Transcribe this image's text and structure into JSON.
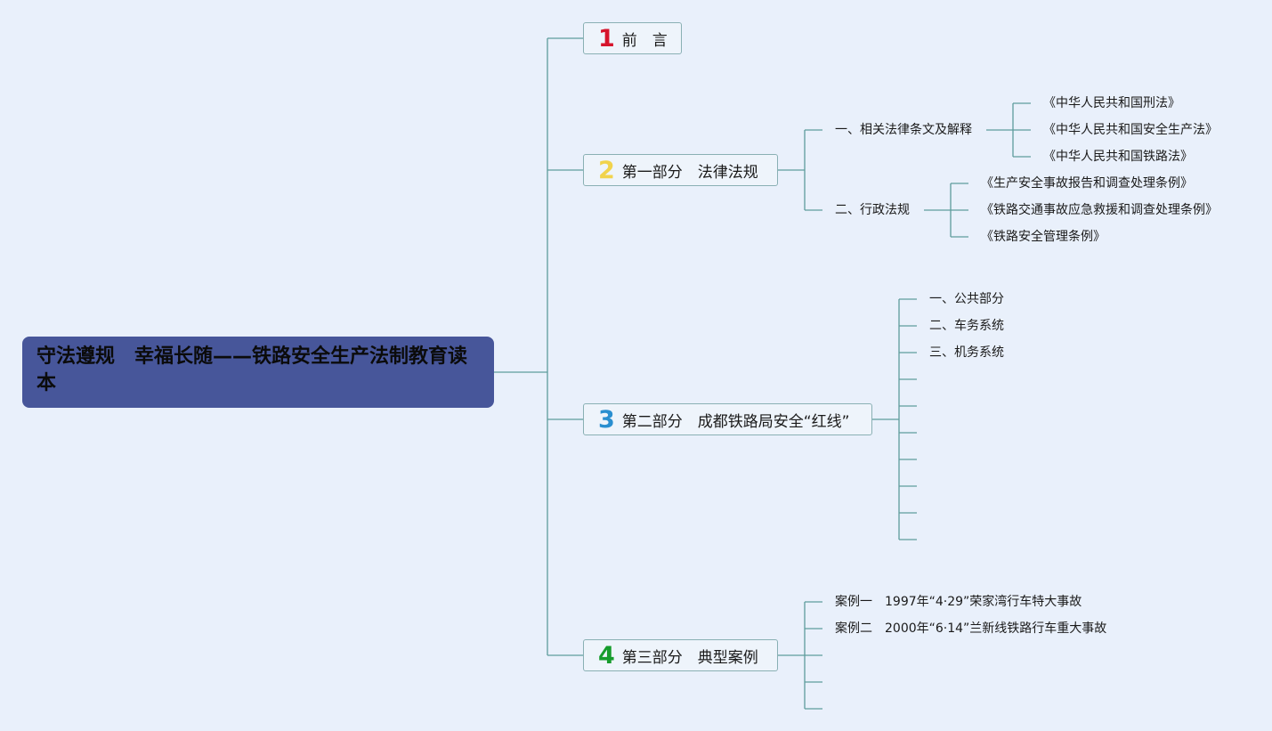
{
  "root": {
    "title": "守法遵规　幸福长随——铁路安全生产法制教育读本"
  },
  "colors": {
    "background": "#e9f0fb",
    "root_fill": "#47569a",
    "connector": "#5e9c9c",
    "box_border": "#8ab0b4"
  },
  "sections": [
    {
      "number": "1",
      "number_color": "#d6142c",
      "label": "前　言"
    },
    {
      "number": "2",
      "number_color": "#f1d34c",
      "label": "第一部分　法律法规"
    },
    {
      "number": "3",
      "number_color": "#2a8fd0",
      "label": "第二部分　成都铁路局安全“红线”"
    },
    {
      "number": "4",
      "number_color": "#169c2c",
      "label": "第三部分　典型案例"
    }
  ],
  "part1": {
    "law_group": "一、相关法律条文及解释",
    "laws": [
      "《中华人民共和国刑法》",
      "《中华人民共和国安全生产法》",
      "《中华人民共和国铁路法》"
    ],
    "regulation_group": "二、行政法规",
    "regulations": [
      "《生产安全事故报告和调查处理条例》",
      "《铁路交通事故应急救援和调查处理条例》",
      "《铁路安全管理条例》"
    ]
  },
  "part2": {
    "items": [
      "一、公共部分",
      "二、车务系统",
      "三、机务系统"
    ]
  },
  "part3": {
    "cases": [
      "案例一　1997年“4·29”荣家湾行车特大事故",
      "案例二　2000年“6·14”兰新线铁路行车重大事故"
    ]
  }
}
